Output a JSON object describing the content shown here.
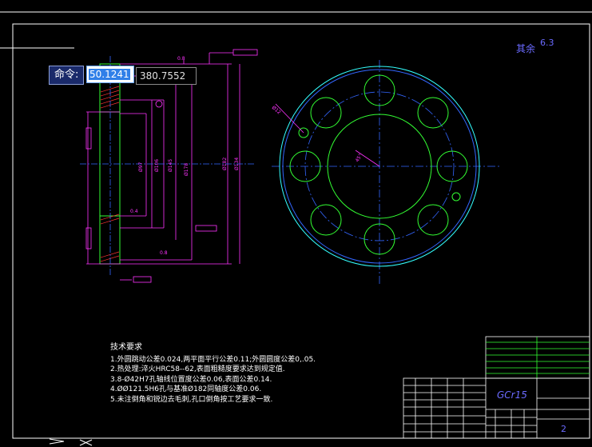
{
  "command_line": {
    "prompt": "命令:",
    "x_value": "50.1241",
    "y_value": "380.7552"
  },
  "roughness": {
    "label": "其余",
    "value": "6.3"
  },
  "tech_requirements": {
    "title": "技术要求",
    "lines": [
      "1.外圆跳动公差0.024,两平面平行公差0.11;外圆圆度公差0,.05.",
      "2.热处理:淬火HRC58--62,表面粗糙度要求达到规定值.",
      "3.8-Ø42H7孔轴线位置度公差0.06,表面公差0.14.",
      "4.ØØ121.5H6孔与基准Ø182同轴度公差0.06.",
      "5.未注倒角和锐边去毛刺,孔口倒角按工艺要求一致."
    ]
  },
  "title_block": {
    "material": "GCr15",
    "sheet_no": "2"
  },
  "colors": {
    "magenta": "#ff33ff",
    "green": "#33ff33",
    "blue": "#3366ff",
    "cyan": "#33ffff",
    "red": "#ff3333",
    "white": "#ffffff"
  }
}
